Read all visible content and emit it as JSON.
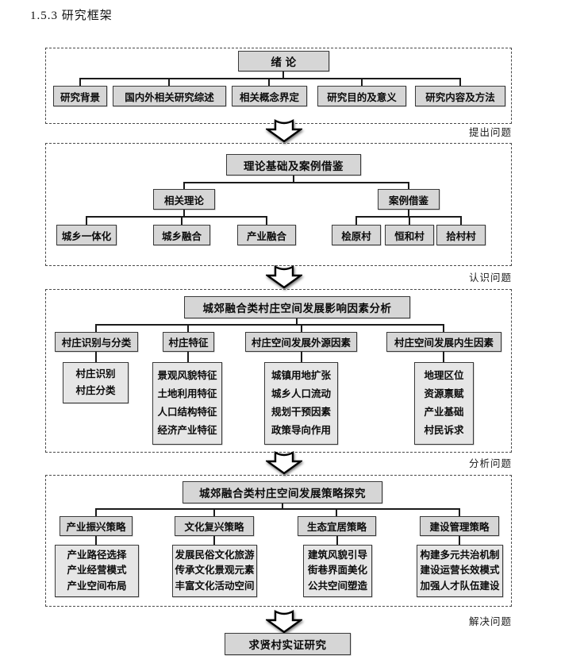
{
  "page_title": "1.5.3 研究框架",
  "stage_labels": [
    "提出问题",
    "认识问题",
    "分析问题",
    "解决问题"
  ],
  "sections": {
    "s1": {
      "head": "绪  论",
      "children": [
        "研究背景",
        "国内外相关研究综述",
        "相关概念界定",
        "研究目的及意义",
        "研究内容及方法"
      ]
    },
    "s2": {
      "head": "理论基础及案例借鉴",
      "groups": [
        {
          "label": "相关理论",
          "children": [
            "城乡一体化",
            "城乡融合",
            "产业融合"
          ]
        },
        {
          "label": "案例借鉴",
          "children": [
            "桧原村",
            "恒和村",
            "拾村村"
          ]
        }
      ]
    },
    "s3": {
      "head": "城郊融合类村庄空间发展影响因素分析",
      "columns": [
        {
          "label": "村庄识别与分类",
          "items": [
            "村庄识别",
            "村庄分类"
          ]
        },
        {
          "label": "村庄特征",
          "items": [
            "景观风貌特征",
            "土地利用特征",
            "人口结构特征",
            "经济产业特征"
          ]
        },
        {
          "label": "村庄空间发展外源因素",
          "items": [
            "城镇用地扩张",
            "城乡人口流动",
            "规划干预因素",
            "政策导向作用"
          ]
        },
        {
          "label": "村庄空间发展内生因素",
          "items": [
            "地理区位",
            "资源禀赋",
            "产业基础",
            "村民诉求"
          ]
        }
      ]
    },
    "s4": {
      "head": "城郊融合类村庄空间发展策略探究",
      "columns": [
        {
          "label": "产业振兴策略",
          "items": [
            "产业路径选择",
            "产业经营模式",
            "产业空间布局"
          ]
        },
        {
          "label": "文化复兴策略",
          "items": [
            "发展民俗文化旅游",
            "传承文化景观元素",
            "丰富文化活动空间"
          ]
        },
        {
          "label": "生态宜居策略",
          "items": [
            "建筑风貌引导",
            "街巷界面美化",
            "公共空间塑造"
          ]
        },
        {
          "label": "建设管理策略",
          "items": [
            "构建多元共治机制",
            "建设运营长效模式",
            "加强人才队伍建设"
          ]
        }
      ]
    },
    "final_box": "求贤村实证研究"
  },
  "colors": {
    "box_fill": "#d6d6d6",
    "leaf_fill": "#e6e6e6",
    "border": "#3a3a3a",
    "line": "#1b1b1b"
  }
}
